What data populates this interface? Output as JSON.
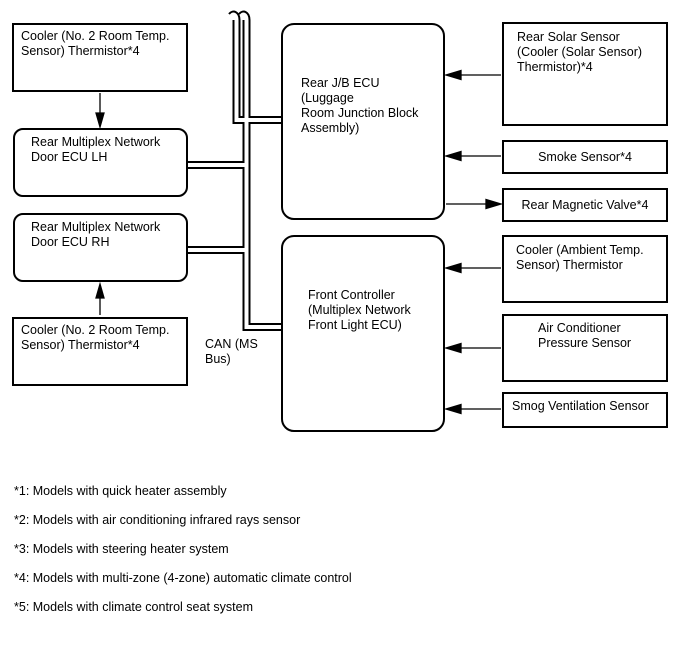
{
  "diagram": {
    "left_column": {
      "cooler_top": {
        "label": "Cooler (No. 2 Room Temp.\nSensor) Thermistor*4"
      },
      "door_ecu_lh": {
        "label": "Rear Multiplex Network\nDoor ECU LH"
      },
      "door_ecu_rh": {
        "label": "Rear Multiplex Network\nDoor ECU RH"
      },
      "cooler_bottom": {
        "label": "Cooler (No. 2 Room Temp.\nSensor) Thermistor*4"
      }
    },
    "center_column": {
      "rear_jb_ecu": {
        "label": "Rear J/B ECU (Luggage\nRoom Junction Block\nAssembly)"
      },
      "front_controller": {
        "label": "Front Controller\n(Multiplex Network\nFront Light ECU)"
      }
    },
    "right_column": {
      "rear_solar_sensor": {
        "label": "Rear Solar Sensor\n(Cooler (Solar Sensor)\nThermistor)*4"
      },
      "smoke_sensor": {
        "label": "Smoke Sensor*4"
      },
      "rear_magnetic_valve": {
        "label": "Rear Magnetic Valve*4"
      },
      "cooler_ambient": {
        "label": "Cooler (Ambient Temp.\nSensor) Thermistor"
      },
      "ac_pressure_sensor": {
        "label": "Air Conditioner\nPressure Sensor"
      },
      "smog_ventilation_sensor": {
        "label": "Smog Ventilation Sensor"
      }
    },
    "bus_label": "CAN (MS\nBus)",
    "footnotes": [
      "*1: Models with quick heater assembly",
      "*2: Models with air conditioning infrared rays sensor",
      "*3: Models with steering heater system",
      "*4: Models with multi-zone (4-zone) automatic climate control",
      "*5: Models with climate control seat system"
    ],
    "colors": {
      "line": "#000000",
      "background": "#ffffff"
    }
  }
}
